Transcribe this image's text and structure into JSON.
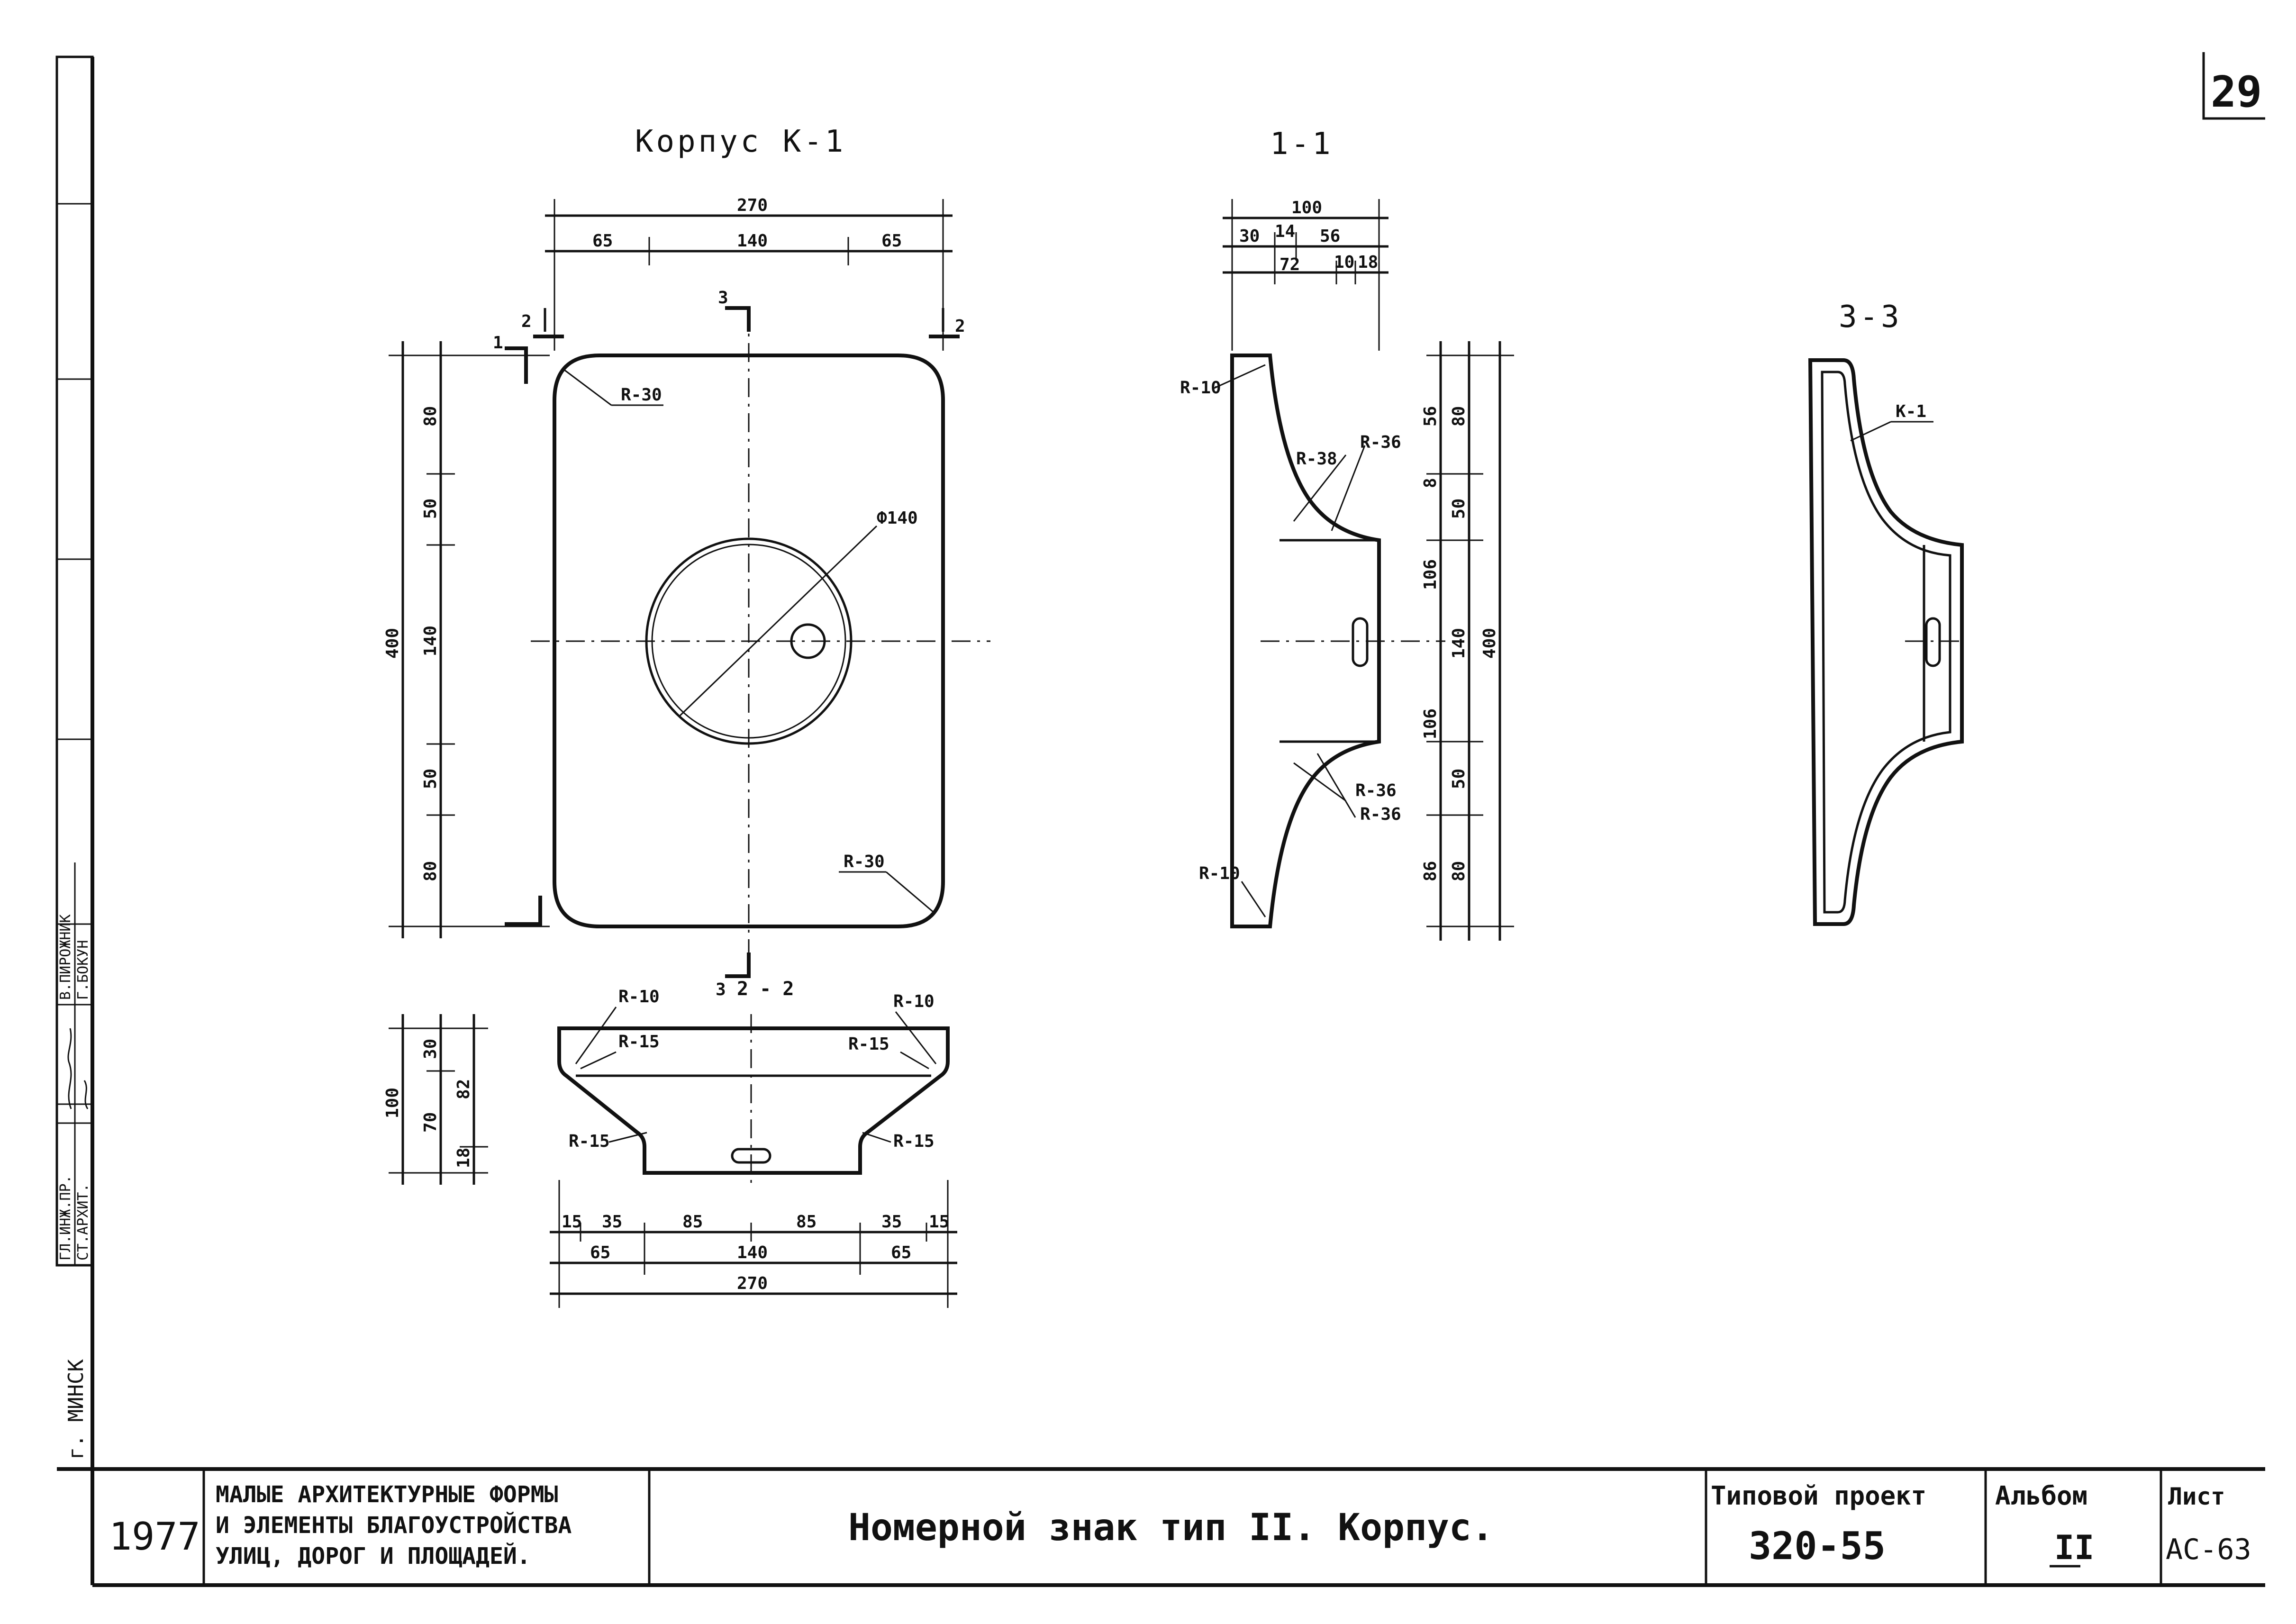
{
  "sheet_number": "29",
  "views": {
    "plan_title": "Корпус К-1",
    "section_11_title": "1-1",
    "section_22_title": "2 - 2",
    "section_33_title": "3-3",
    "section_33_label": "К-1"
  },
  "cut_marks": {
    "one": "1",
    "two": "2",
    "three": "3"
  },
  "plan_dims": {
    "total_width": "270",
    "left": "65",
    "middle": "140",
    "right": "65",
    "total_height": "400",
    "h1": "80",
    "h2": "50",
    "h3": "140",
    "h4": "50",
    "h5": "80",
    "radius_top": "R-30",
    "radius_bottom": "R-30",
    "diameter": "Ф140"
  },
  "sec11_dims": {
    "width": "100",
    "a": "30",
    "b": "14",
    "c": "56",
    "d": "72",
    "e": "10",
    "f": "18",
    "r_top": "R-10",
    "r_bottom": "R-10",
    "r36_a": "R-38",
    "r36_b": "R-36",
    "r36_c": "R-36",
    "r36_d": "R-36",
    "v1": "56",
    "v2": "80",
    "v3": "8",
    "v4": "50",
    "v5": "106",
    "v6": "140",
    "v7": "400",
    "v8": "106",
    "v9": "50",
    "v10": "86",
    "v11": "80"
  },
  "sec22_dims": {
    "height": "100",
    "h30": "30",
    "h70": "70",
    "h82": "82",
    "h18": "18",
    "r10_l": "R-10",
    "r10_r": "R-10",
    "r15_l": "R-15",
    "r15_r": "R-15",
    "r15_ll": "R-15",
    "r15_rr": "R-15",
    "w15_l": "15",
    "w35_l": "35",
    "w85_l": "85",
    "w85_r": "85",
    "w35_r": "35",
    "w15_r": "15",
    "w65_l": "65",
    "w140": "140",
    "w65_r": "65",
    "w270": "270"
  },
  "side_stamp": {
    "city": "г. МИНСК",
    "role1": "ГЛ.ИНЖ.ПР.",
    "role2": "СТ.АРХИТ.",
    "name1": "В.ПИРОЖНИК",
    "name2": "Г.БОКУН"
  },
  "title_block": {
    "year": "1977",
    "series_line1": "МАЛЫЕ АРХИТЕКТУРНЫЕ ФОРМЫ",
    "series_line2": "И ЭЛЕМЕНТЫ БЛАГОУСТРОЙСТВА",
    "series_line3": "УЛИЦ, ДОРОГ И ПЛОЩАДЕЙ.",
    "drawing_title": "Номерной знак тип II. Корпус.",
    "project_label": "Типовой проект",
    "project_number": "320-55",
    "album_label": "Альбом",
    "album_value": "II",
    "sheet_label": "Лист",
    "sheet_value": "АС-63"
  }
}
